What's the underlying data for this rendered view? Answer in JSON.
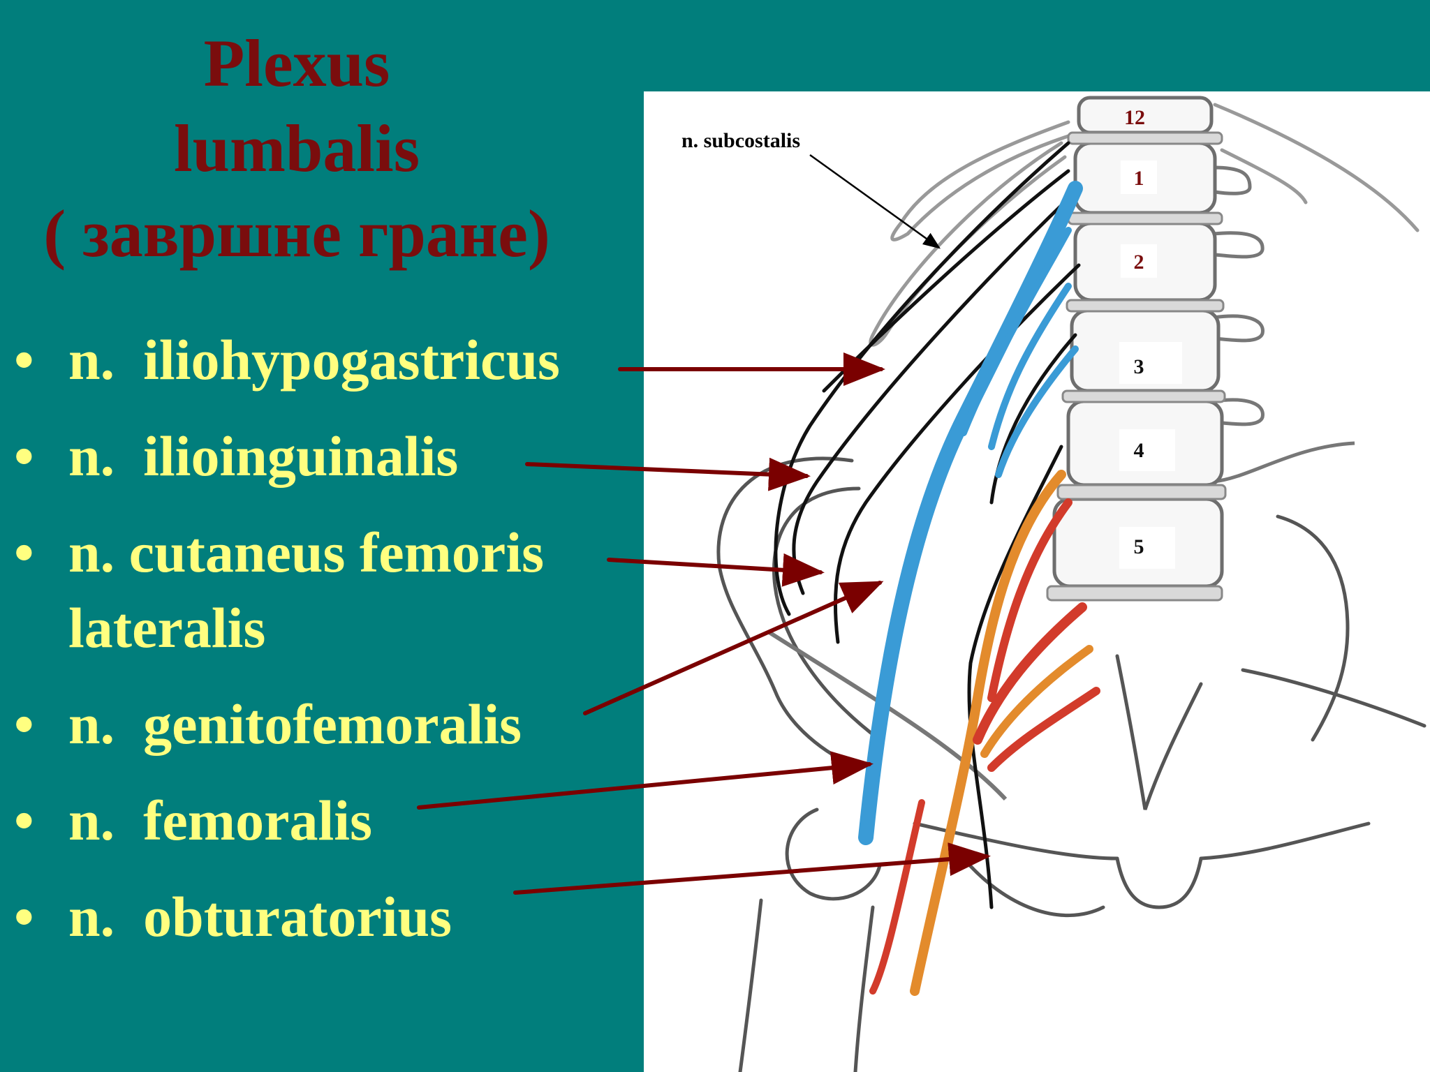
{
  "title": {
    "line1": "Plexus",
    "line2": "lumbalis",
    "line3": "( завршне гране)"
  },
  "bullets": [
    {
      "text": "n.  iliohypogastricus"
    },
    {
      "text": "n.  ilioinguinalis"
    },
    {
      "text": "n. cutaneus femoris",
      "cont": "lateralis"
    },
    {
      "text": "n.  genitofemoralis"
    },
    {
      "text": "n.  femoralis"
    },
    {
      "text": "n.  obturatorius"
    }
  ],
  "figure": {
    "label_subcostalis": "n.  subcostalis",
    "vertebrae": [
      "12",
      "1",
      "2",
      "3",
      "4",
      "5"
    ]
  },
  "colors": {
    "background": "#017e7c",
    "title": "#7a0d0d",
    "bullet_text": "#ffff80",
    "arrow": "#7a0000",
    "nerve_blue": "#3a9bd6"
  }
}
